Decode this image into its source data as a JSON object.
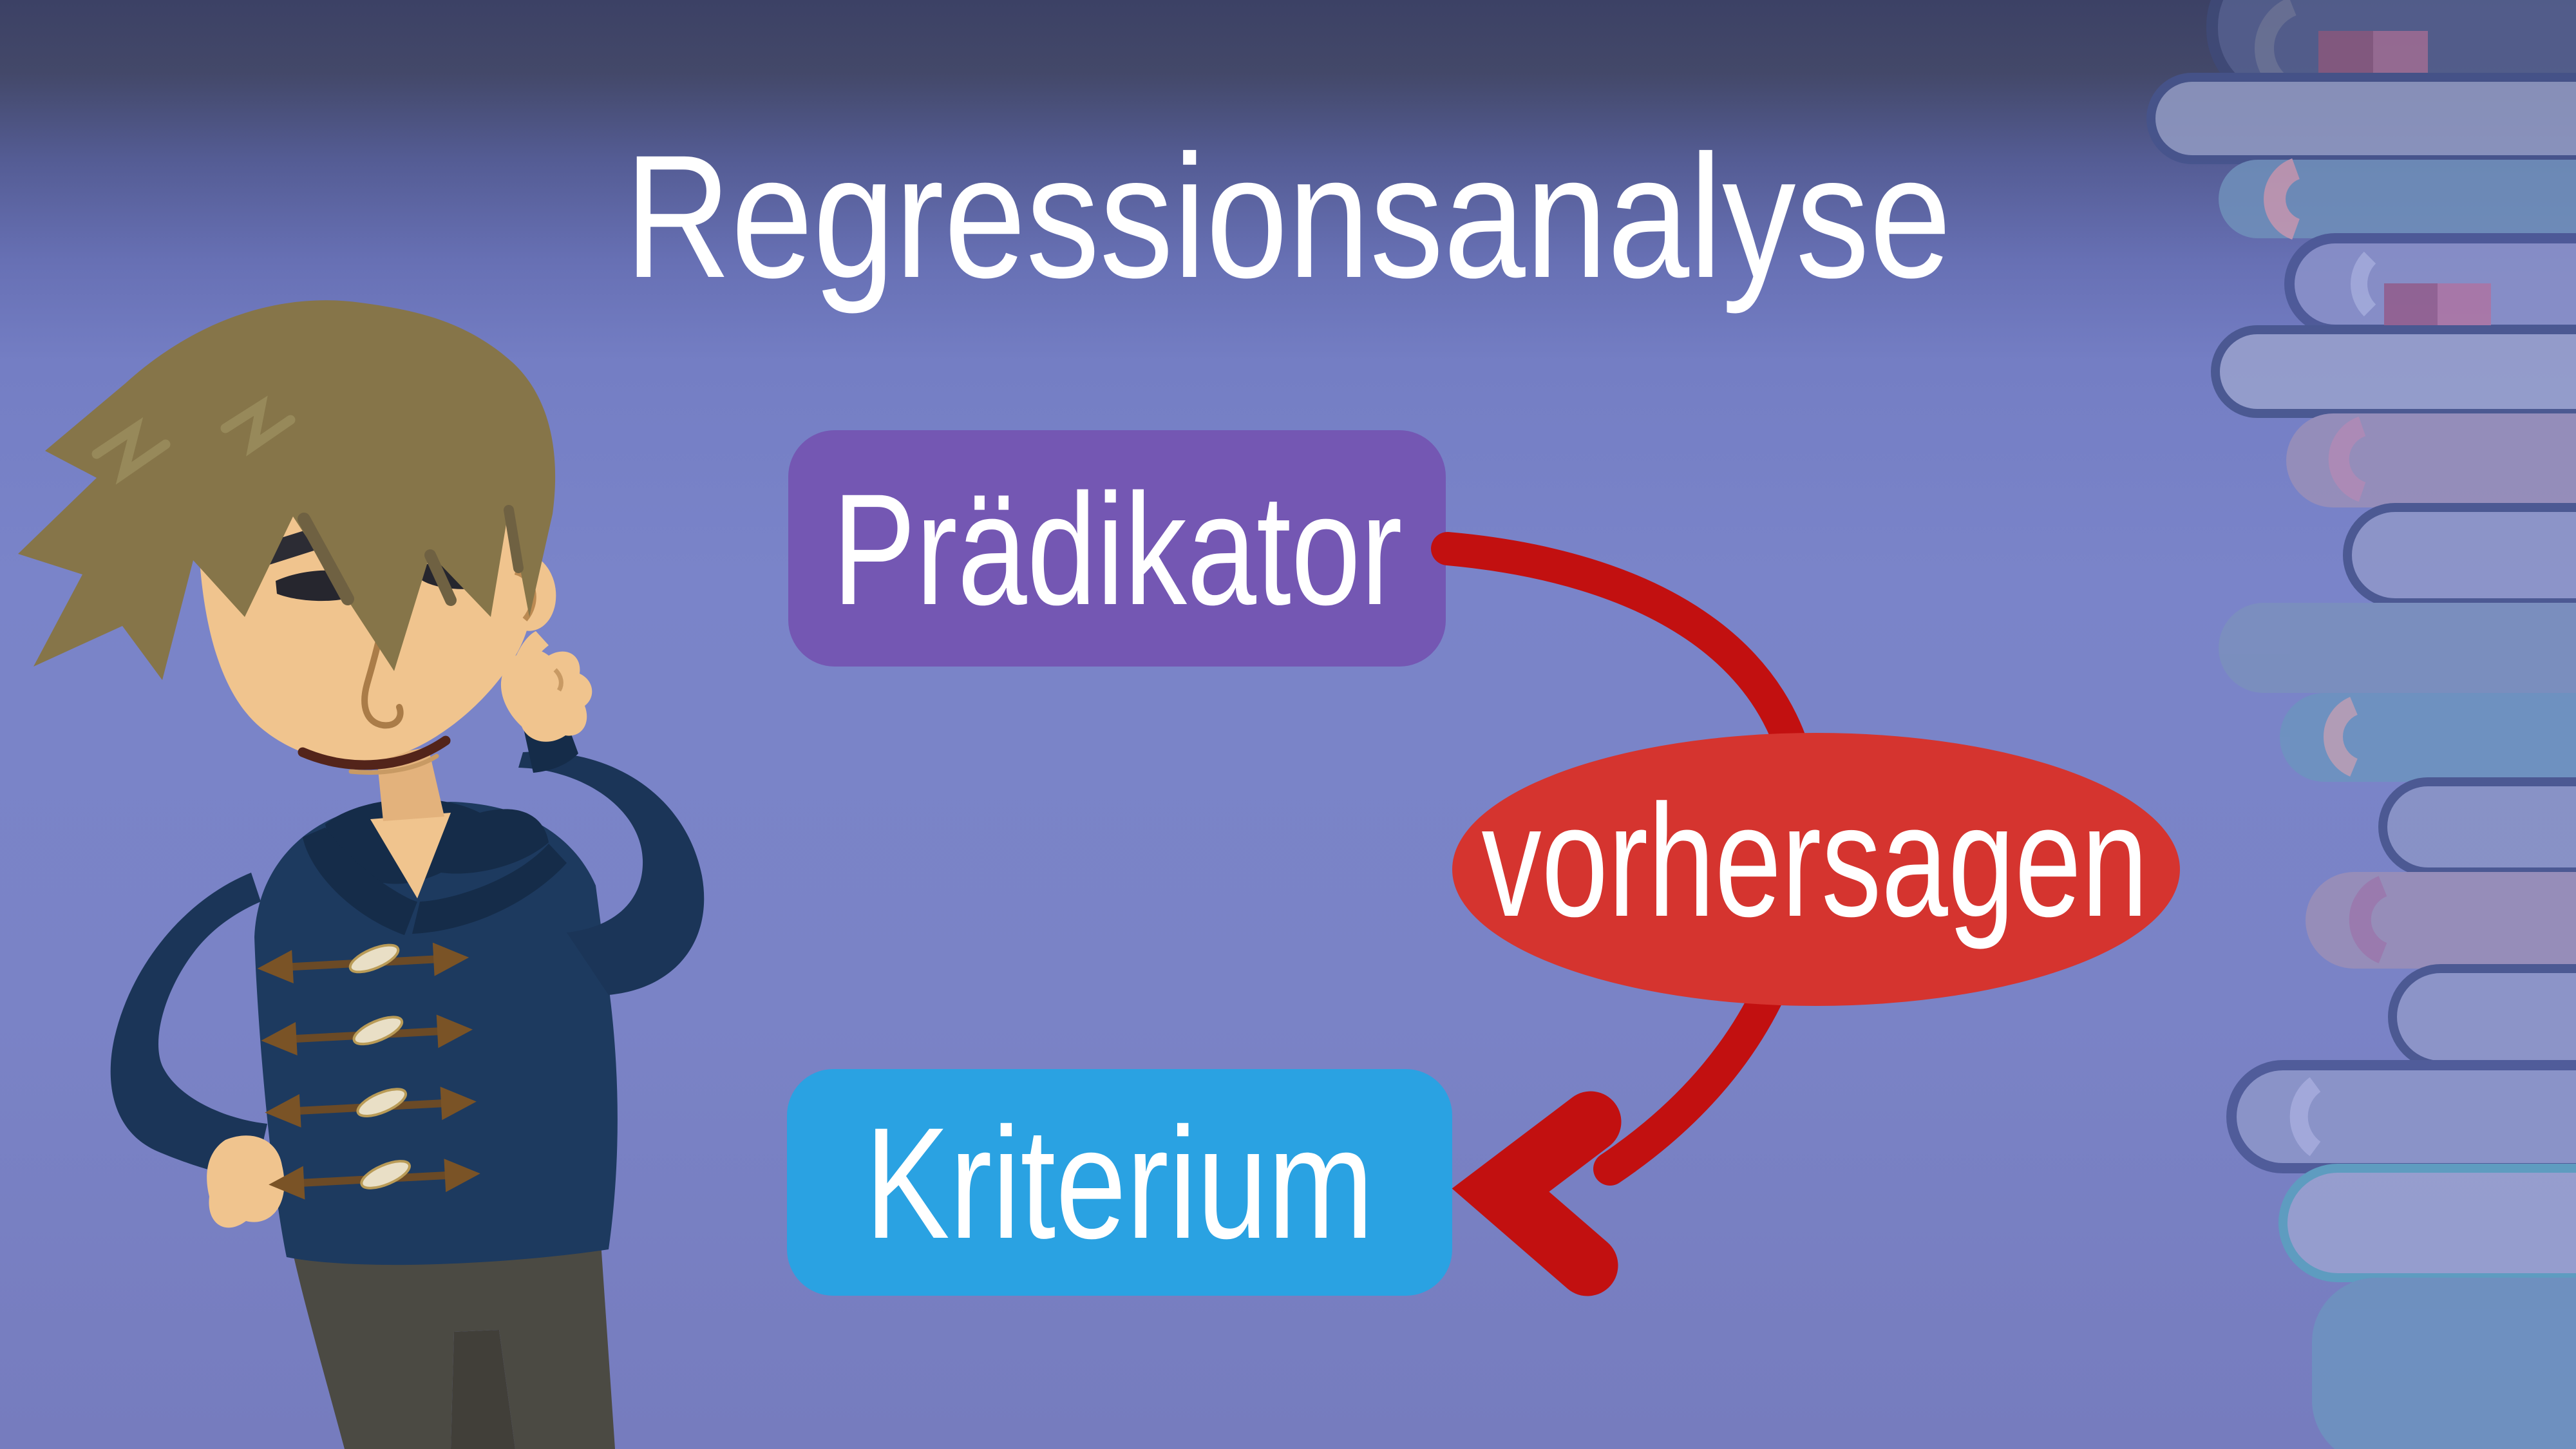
{
  "slide": {
    "title": "Regressionsanalyse",
    "predictor_label": "Prädikator",
    "relation_label": "vorhersagen",
    "criterion_label": "Kriterium"
  },
  "illustrations": {
    "character": "thinking-student-cartoon",
    "books": "stacked-books-watermark"
  },
  "colors": {
    "bg_top": "#3c4165",
    "bg_upper": "#545c94",
    "bg_mid": "#747ec4",
    "bg_main": "#7a84c9",
    "bg_bottom": "#767cbe",
    "predictor_box": "#7457b3",
    "criterion_box": "#2aa2e2",
    "relation_ellipse": "#d5342f",
    "arrow_red": "#c21010",
    "text_white": "#ffffff"
  }
}
